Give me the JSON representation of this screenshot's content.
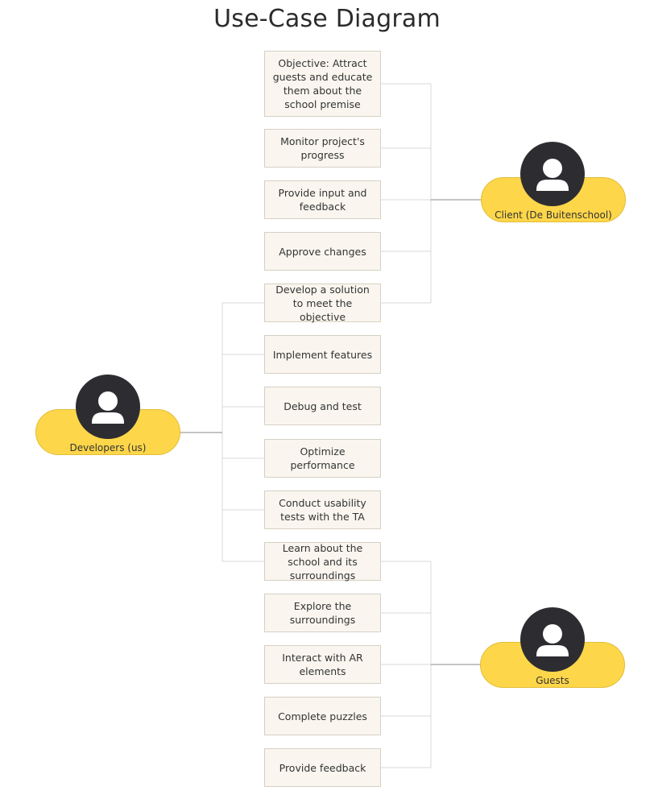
{
  "title": "Use-Case Diagram",
  "actors": {
    "client": "Client (De Buitenschool)",
    "developers": "Developers (us)",
    "guests": "Guests"
  },
  "use_cases": [
    "Objective: Attract guests and educate them about the school premise",
    "Monitor project's progress",
    "Provide input and feedback",
    "Approve changes",
    "Develop a solution to meet the objective",
    "Implement features",
    "Debug and test",
    "Optimize performance",
    "Conduct usability tests with the TA",
    "Learn about the school and its surroundings",
    "Explore the surroundings",
    "Interact with AR elements",
    "Complete puzzles",
    "Provide feedback"
  ],
  "colors": {
    "actor_fill": "#fdd64a",
    "avatar": "#2d2d31",
    "box_fill": "#faf6ef",
    "connector": "#d9d9d9"
  }
}
